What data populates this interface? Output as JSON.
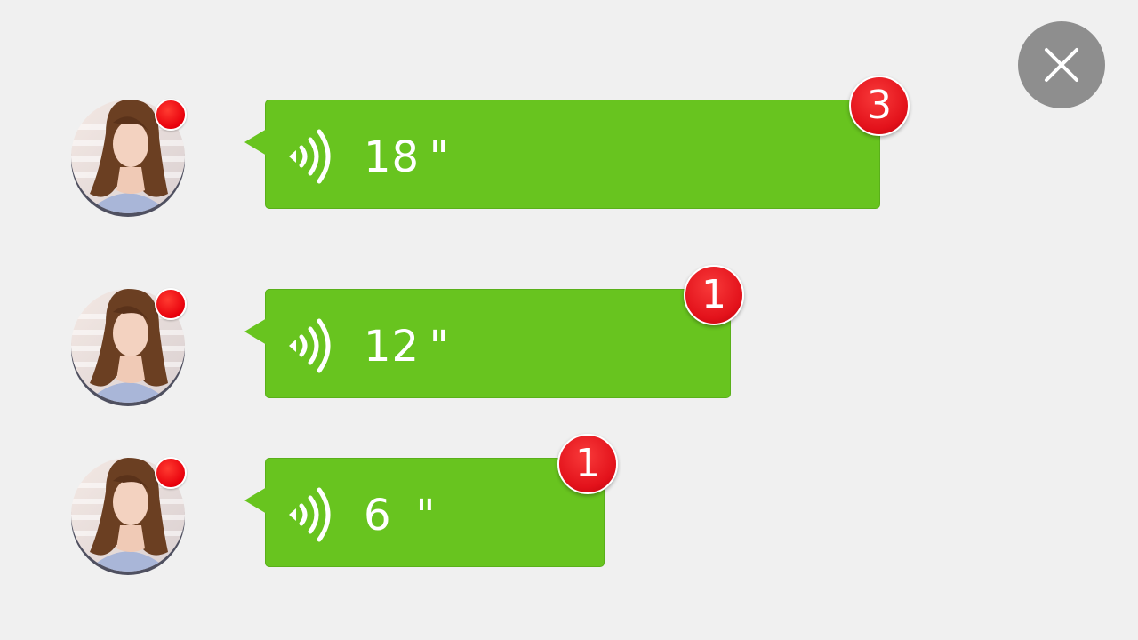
{
  "close_button": {
    "icon": "close-icon",
    "color": "#8e8e8e"
  },
  "colors": {
    "background": "#f0f0f0",
    "bubble": "#68c41f",
    "badge": "#e3121b"
  },
  "messages": [
    {
      "duration": "18 \"",
      "unread_count": "3",
      "icon": "voice-wave-icon"
    },
    {
      "duration": "12 \"",
      "unread_count": "1",
      "icon": "voice-wave-icon"
    },
    {
      "duration": "6  \"",
      "unread_count": "1",
      "icon": "voice-wave-icon"
    }
  ]
}
